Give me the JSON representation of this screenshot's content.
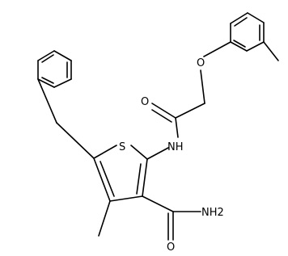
{
  "molecule": {
    "atom_labels": {
      "sulfur": "S",
      "amide_nh": "NH",
      "carbonyl_oxygen_acyl": "O",
      "ether_oxygen": "O",
      "carbonyl_oxygen_carboxamide": "O",
      "amine_nh2": "NH2"
    }
  }
}
